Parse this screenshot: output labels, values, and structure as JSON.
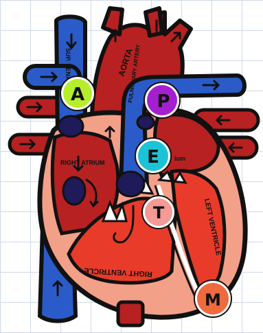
{
  "diagram": {
    "labels": {
      "superior_vena_cava": "SUP. VENA CAVA",
      "aorta": "AORTA",
      "pulmonary_artery": "PULMONARY ARTERY",
      "right_atrium": "RIGHT ATRIUM",
      "left_atrium_fragment": "ium",
      "right_ventricle": "RIGHT VENTRICLE",
      "left_ventricle": "LEFT VENTRICLE"
    },
    "valves": [
      {
        "letter": "A",
        "color": "#b6ee2c"
      },
      {
        "letter": "P",
        "color": "#a51fd0"
      },
      {
        "letter": "E",
        "color": "#1cc3d6"
      },
      {
        "letter": "T",
        "color": "#f59a96"
      },
      {
        "letter": "M",
        "color": "#ef6a3e"
      }
    ]
  }
}
